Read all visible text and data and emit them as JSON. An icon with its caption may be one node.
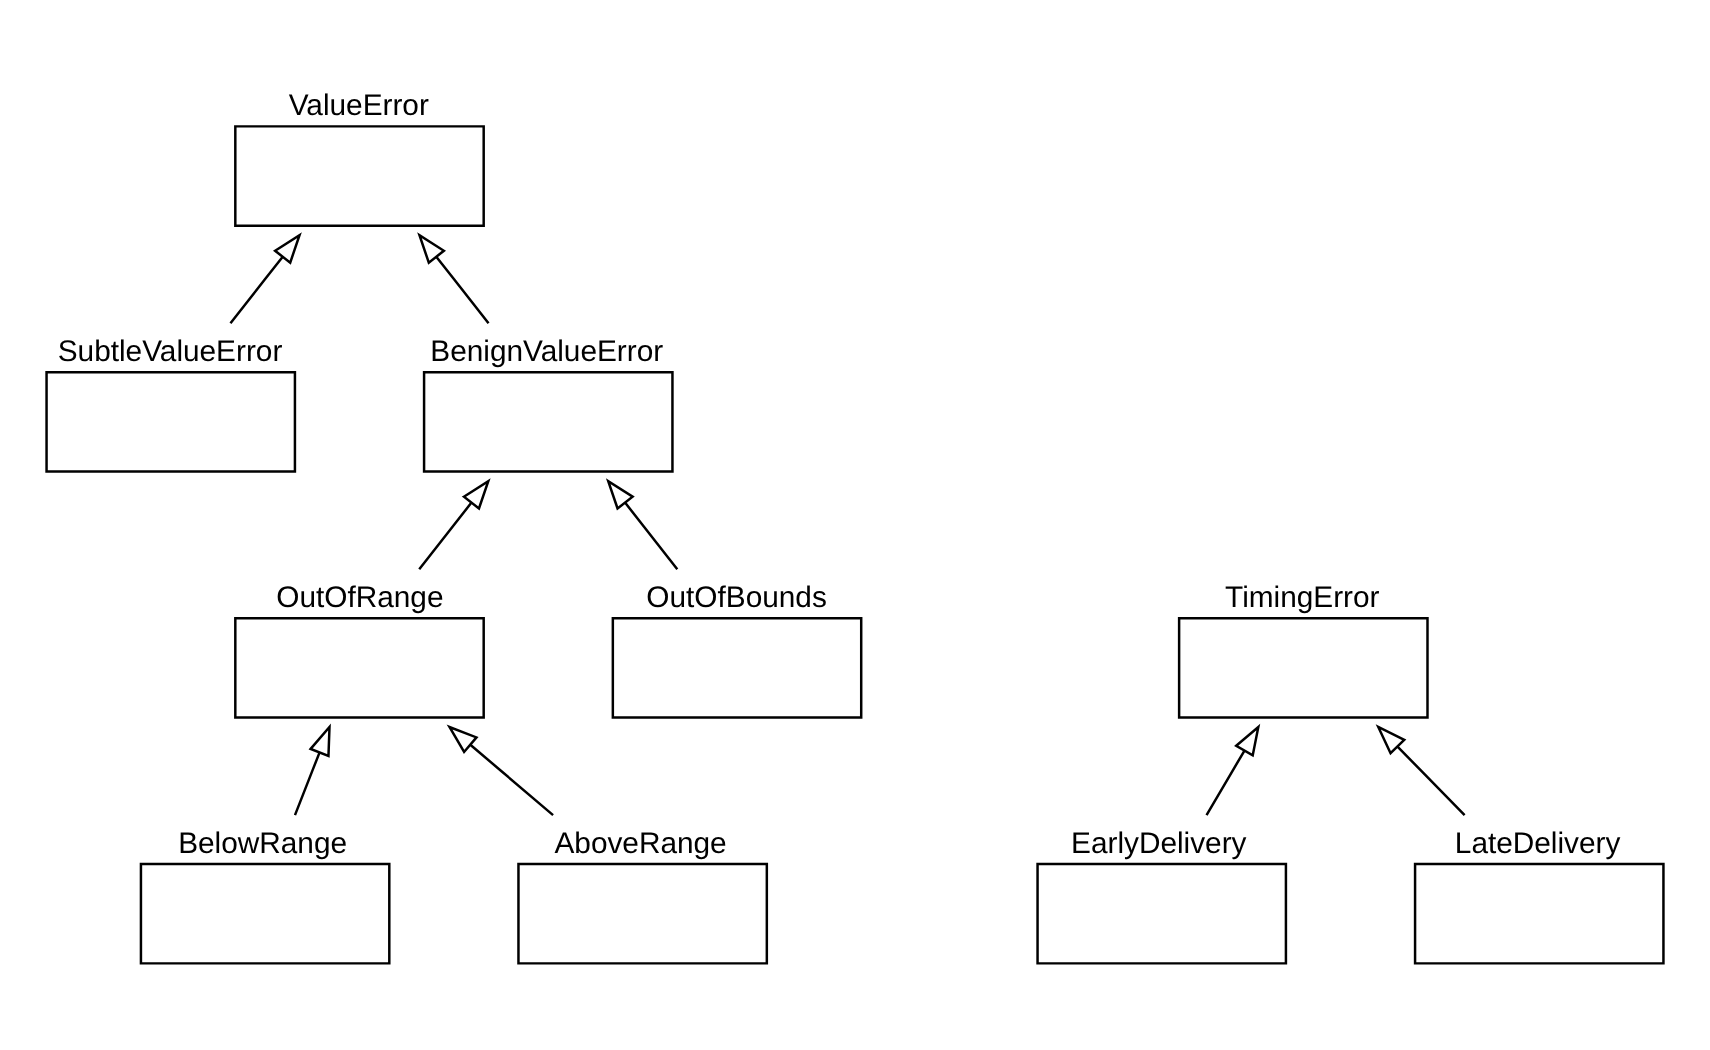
{
  "diagram": {
    "nodes": [
      {
        "text": [
          "ValueError"
        ]
      },
      {
        "text": [
          "TimingError"
        ]
      },
      {
        "text": [
          "SubtleValueError"
        ]
      },
      {
        "text": [
          "BenignValueError"
        ]
      },
      {
        "text": [
          "EarlyDelivery"
        ]
      },
      {
        "text": [
          "LateDelivery"
        ]
      },
      {
        "text": [
          "OutOfRange"
        ]
      },
      {
        "text": [
          "OutOfBounds"
        ]
      },
      {
        "text": [
          "BelowRange"
        ]
      },
      {
        "text": [
          "AboveRange"
        ]
      }
    ],
    "edges": [
      {
        "from": 2,
        "to": 0,
        "arrow": "to"
      },
      {
        "from": 3,
        "to": 0,
        "arrow": "to"
      },
      {
        "from": 4,
        "to": 1,
        "arrow": "to"
      },
      {
        "from": 5,
        "to": 1,
        "arrow": "to"
      },
      {
        "from": 6,
        "to": 3,
        "arrow": "to"
      },
      {
        "from": 7,
        "to": 3,
        "arrow": "to"
      },
      {
        "from": 8,
        "to": 6,
        "arrow": "to"
      },
      {
        "from": 9,
        "to": 6,
        "arrow": "to"
      }
    ]
  }
}
